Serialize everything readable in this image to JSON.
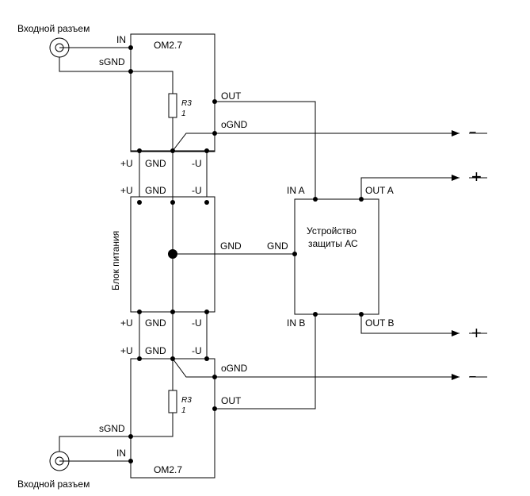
{
  "labels": {
    "input_connector": "Входной разъем",
    "pin_in": "IN",
    "pin_sgnd": "sGND",
    "amp_name": "OM2.7",
    "resistor_ref": "R3",
    "resistor_value": "1",
    "pin_out": "OUT",
    "pin_ognd": "oGND",
    "rail_plus": "+U",
    "rail_gnd": "GND",
    "rail_minus": "-U",
    "psu_name": "Блок питания",
    "protection_name_line1": "Устройство",
    "protection_name_line2": "защиты АС",
    "prot_in_a": "IN A",
    "prot_in_b": "IN B",
    "prot_out_a": "OUT A",
    "prot_out_b": "OUT B",
    "prot_gnd": "GND",
    "psu_gnd": "GND",
    "speaker_minus": "−",
    "speaker_plus": "+"
  }
}
